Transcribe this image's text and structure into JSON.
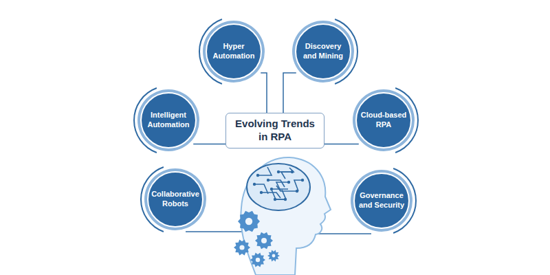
{
  "diagram": {
    "nodes": [
      {
        "text": [
          "Hyper Automation"
        ]
      },
      {
        "text": [
          "Discovery and Mining"
        ]
      },
      {
        "text": [
          "Intelligent Automation"
        ]
      },
      {
        "text": [
          "Evolving Trends in RPA"
        ]
      },
      {
        "text": [
          "Cloud-based RPA"
        ]
      },
      {
        "text": [
          "Collaborative Robots"
        ]
      },
      {
        "text": [
          "Governance and Security"
        ]
      }
    ],
    "edges": [
      {
        "from": 0,
        "to": 3,
        "arrow": "none"
      },
      {
        "from": 1,
        "to": 3,
        "arrow": "none"
      },
      {
        "from": 2,
        "to": 3,
        "arrow": "none"
      },
      {
        "from": 4,
        "to": 3,
        "arrow": "none"
      }
    ]
  }
}
